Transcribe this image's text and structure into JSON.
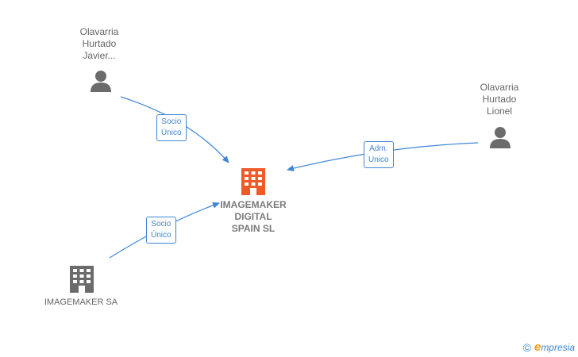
{
  "nodes": {
    "person1": {
      "label": "Olavarria\nHurtado\nJavier..."
    },
    "person2": {
      "label": "Olavarria\nHurtado\nLionel"
    },
    "main_company": {
      "label": "IMAGEMAKER\nDIGITAL\nSPAIN  SL"
    },
    "company2": {
      "label": "IMAGEMAKER SA"
    }
  },
  "edges": {
    "e1": {
      "label": "Socio\nÚnico"
    },
    "e2": {
      "label": "Adm.\nUnico"
    },
    "e3": {
      "label": "Socio\nÚnico"
    }
  },
  "colors": {
    "edge": "#3f86d6",
    "person_icon": "#6b6b6b",
    "main_company_icon": "#f05a28",
    "company_icon": "#6b6b6b"
  },
  "footer": {
    "copyright": "©",
    "brand_initial": "e",
    "brand_rest": "mpresia"
  }
}
